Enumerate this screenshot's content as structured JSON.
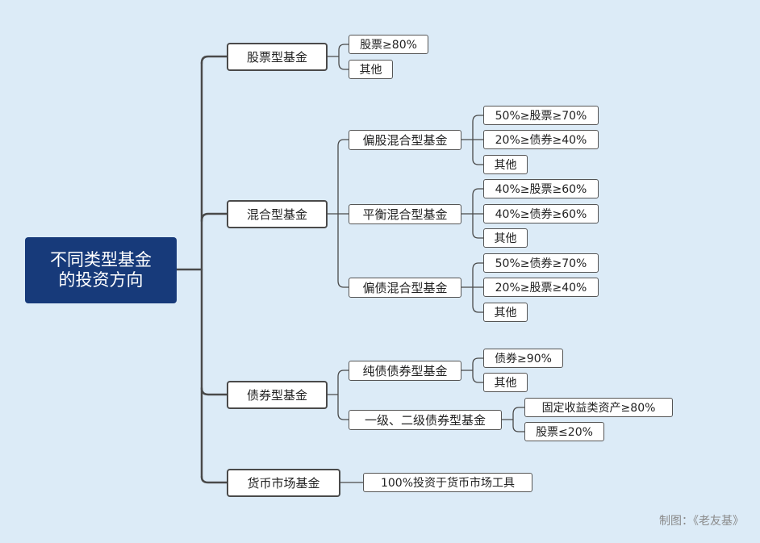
{
  "root": {
    "line1": "不同类型基金",
    "line2": "的投资方向"
  },
  "stock_fund": {
    "label": "股票型基金",
    "children": [
      "股票≥80%",
      "其他"
    ]
  },
  "hybrid_fund": {
    "label": "混合型基金",
    "stock_biased": {
      "label": "偏股混合型基金",
      "children": [
        "50%≥股票≥70%",
        "20%≥债券≥40%",
        "其他"
      ]
    },
    "balanced": {
      "label": "平衡混合型基金",
      "children": [
        "40%≥股票≥60%",
        "40%≥债券≥60%",
        "其他"
      ]
    },
    "bond_biased": {
      "label": "偏债混合型基金",
      "children": [
        "50%≥债券≥70%",
        "20%≥股票≥40%",
        "其他"
      ]
    }
  },
  "bond_fund": {
    "label": "债券型基金",
    "pure": {
      "label": "纯债债券型基金",
      "children": [
        "债券≥90%",
        "其他"
      ]
    },
    "tiered": {
      "label": "一级、二级债券型基金",
      "children": [
        "固定收益类资产≥80%",
        "股票≤20%"
      ]
    }
  },
  "money_fund": {
    "label": "货币市场基金",
    "children": [
      "100%投资于货币市场工具"
    ]
  },
  "credit": "制图：《老友基》",
  "colors": {
    "background": "#dcebf7",
    "root": "#173a7a",
    "line": "#4a4a4a"
  }
}
